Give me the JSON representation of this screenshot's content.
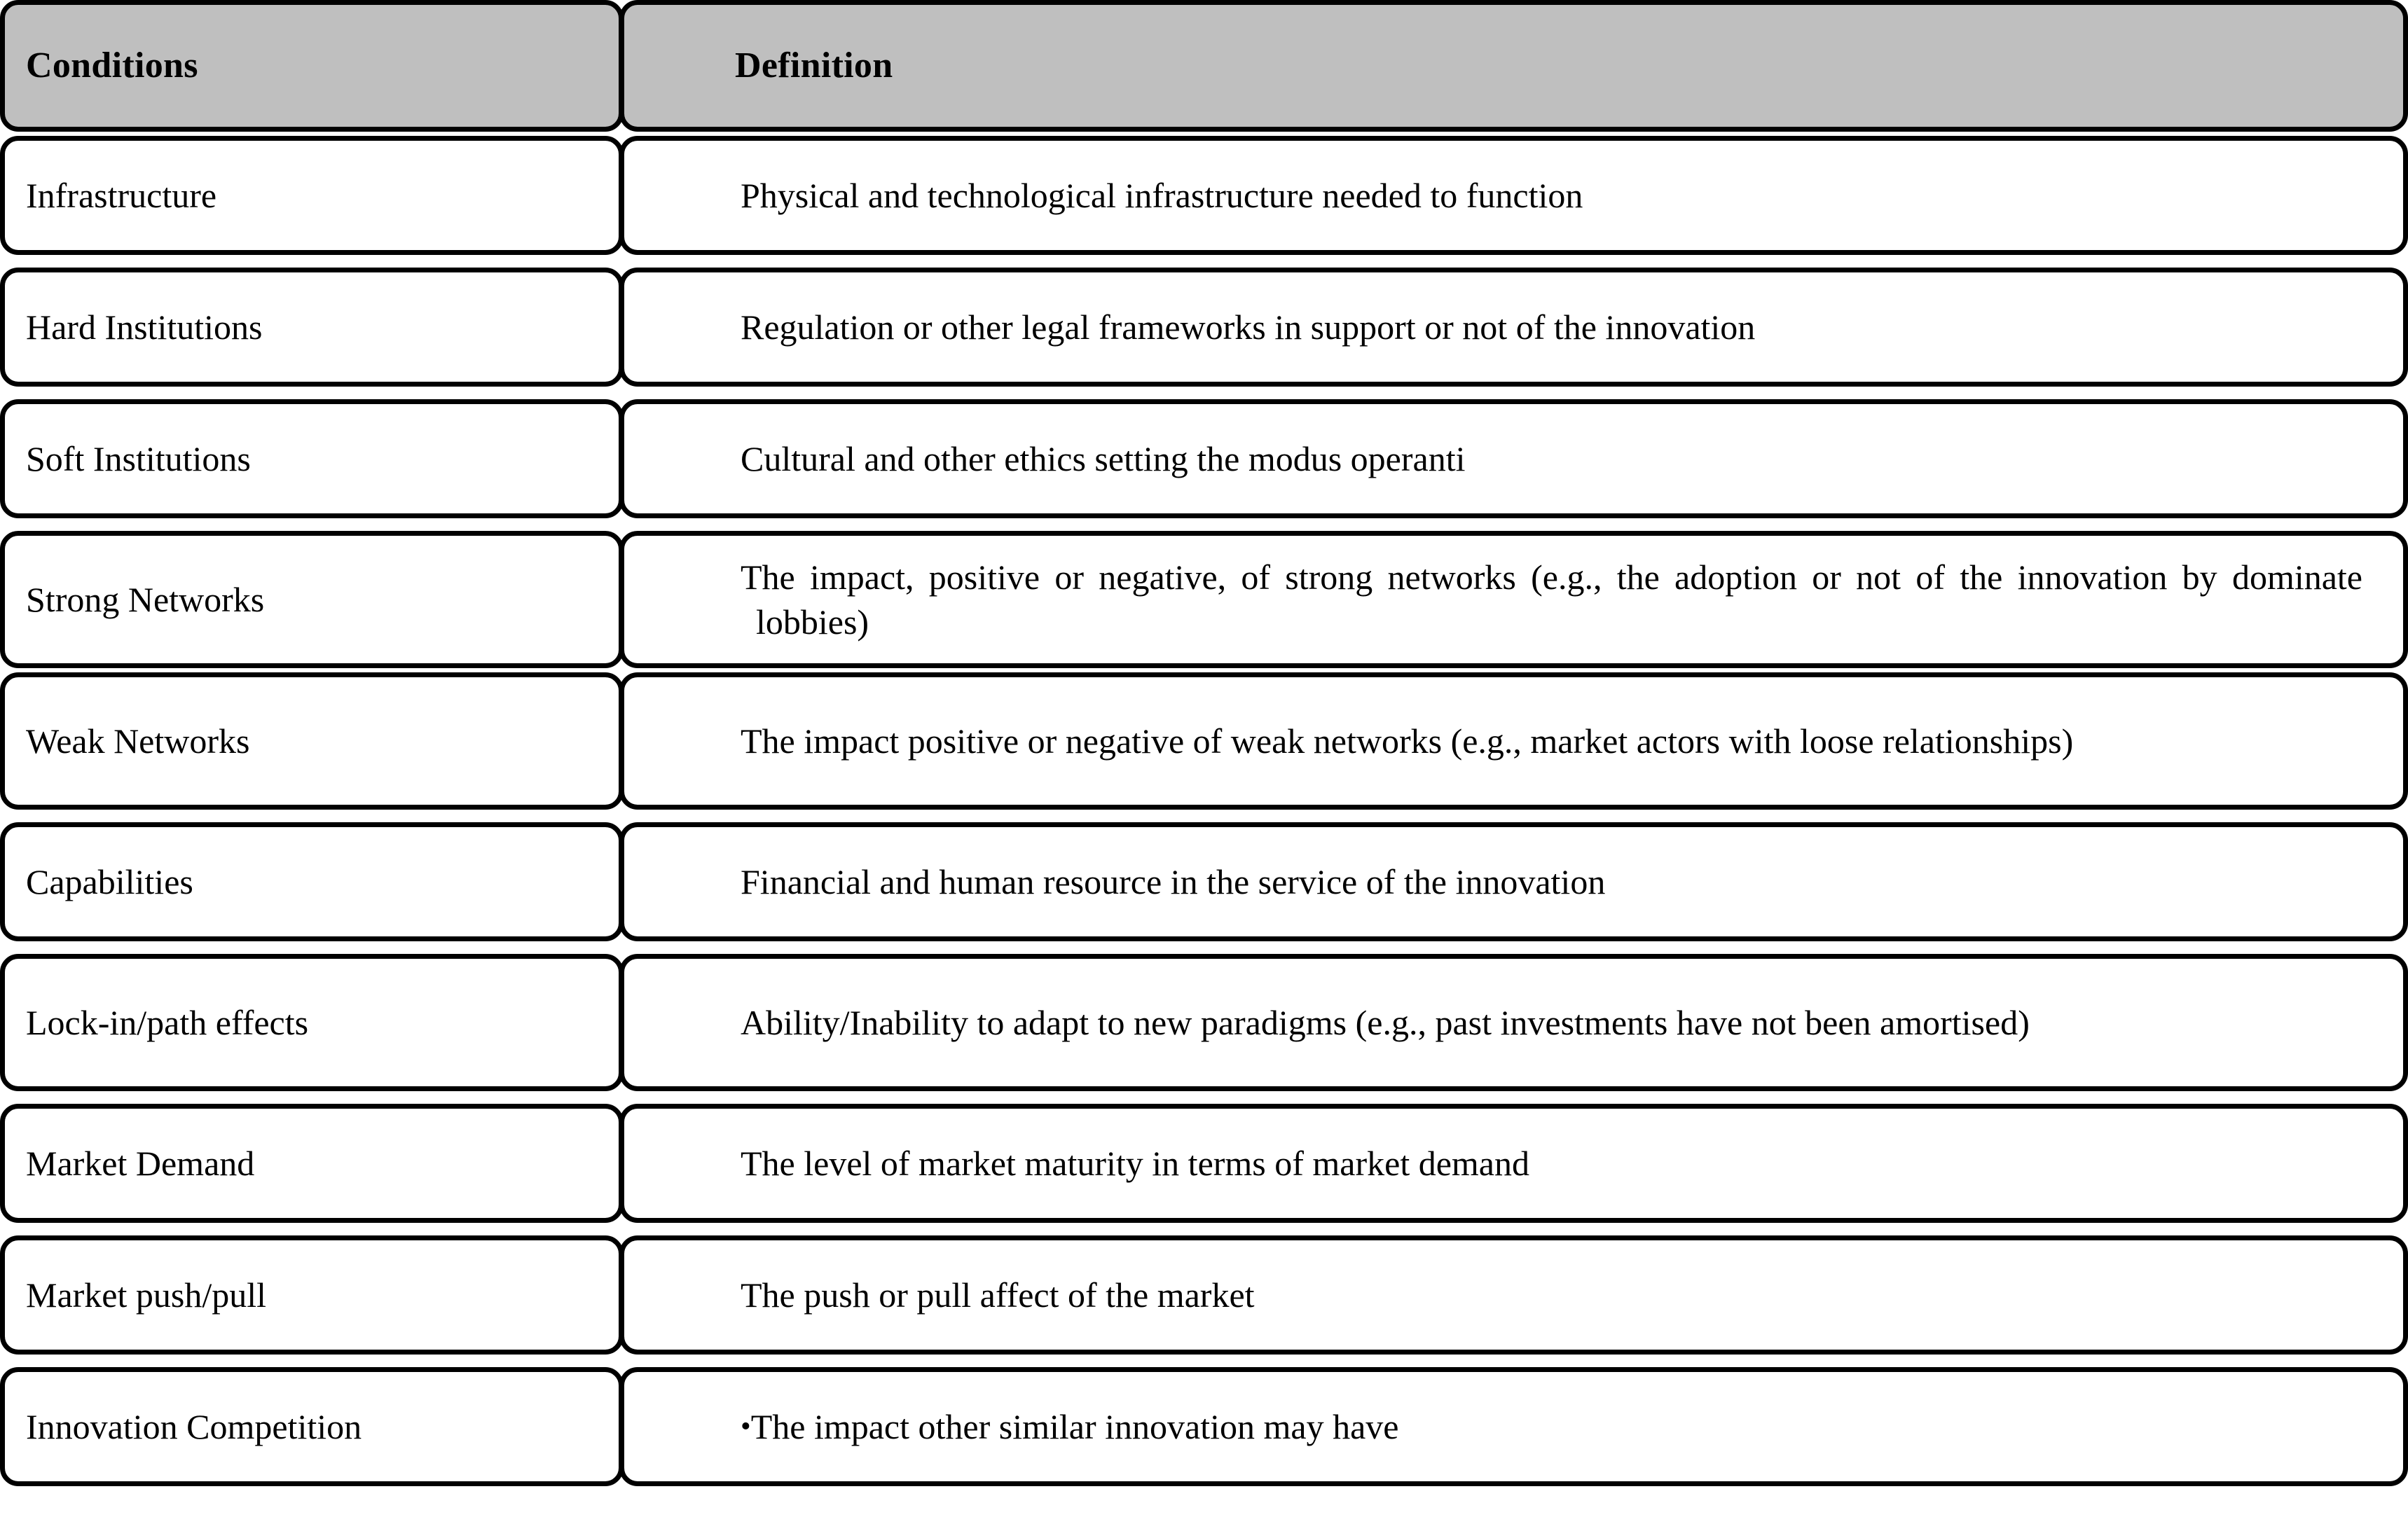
{
  "table": {
    "header": {
      "col1": "Conditions",
      "col2": "Definition"
    },
    "colors": {
      "header_fill": "#bfbfbf",
      "border": "#000000",
      "cell_fill": "#ffffff",
      "text": "#000000"
    },
    "rows": [
      {
        "condition": "Infrastructure",
        "definition": "Physical and technological infrastructure needed to function",
        "lines": 1,
        "bulleted": false
      },
      {
        "condition": "Hard Institutions",
        "definition": "Regulation or other legal frameworks in support or not of the innovation",
        "lines": 1,
        "bulleted": false
      },
      {
        "condition": "Soft Institutions",
        "definition": "Cultural and other ethics setting the modus operanti",
        "lines": 1,
        "bulleted": false
      },
      {
        "condition": "Strong Networks",
        "definition": "The impact, positive or negative, of strong networks (e.g., the adoption or not of the innovation by dominate lobbies)",
        "lines": 2,
        "bulleted": false
      },
      {
        "condition": "Weak Networks",
        "definition": "The impact positive or negative of weak networks (e.g., market actors with loose relationships)",
        "lines": 2,
        "bulleted": false
      },
      {
        "condition": "Capabilities",
        "definition": "Financial and human resource in the service of the innovation",
        "lines": 1,
        "bulleted": false
      },
      {
        "condition": "Lock-in/path effects",
        "definition": "Ability/Inability to adapt to new paradigms (e.g., past investments have not been  amortised)",
        "lines": 2,
        "bulleted": false
      },
      {
        "condition": "Market Demand",
        "definition": "The level of market maturity in terms of market demand",
        "lines": 1,
        "bulleted": false
      },
      {
        "condition": "Market push/pull",
        "definition": "The push or pull affect of the market",
        "lines": 1,
        "bulleted": false
      },
      {
        "condition": "Innovation Competition",
        "definition": "The impact other similar innovation may have",
        "lines": 1,
        "bulleted": true,
        "bullet_glyph": "•"
      }
    ]
  }
}
